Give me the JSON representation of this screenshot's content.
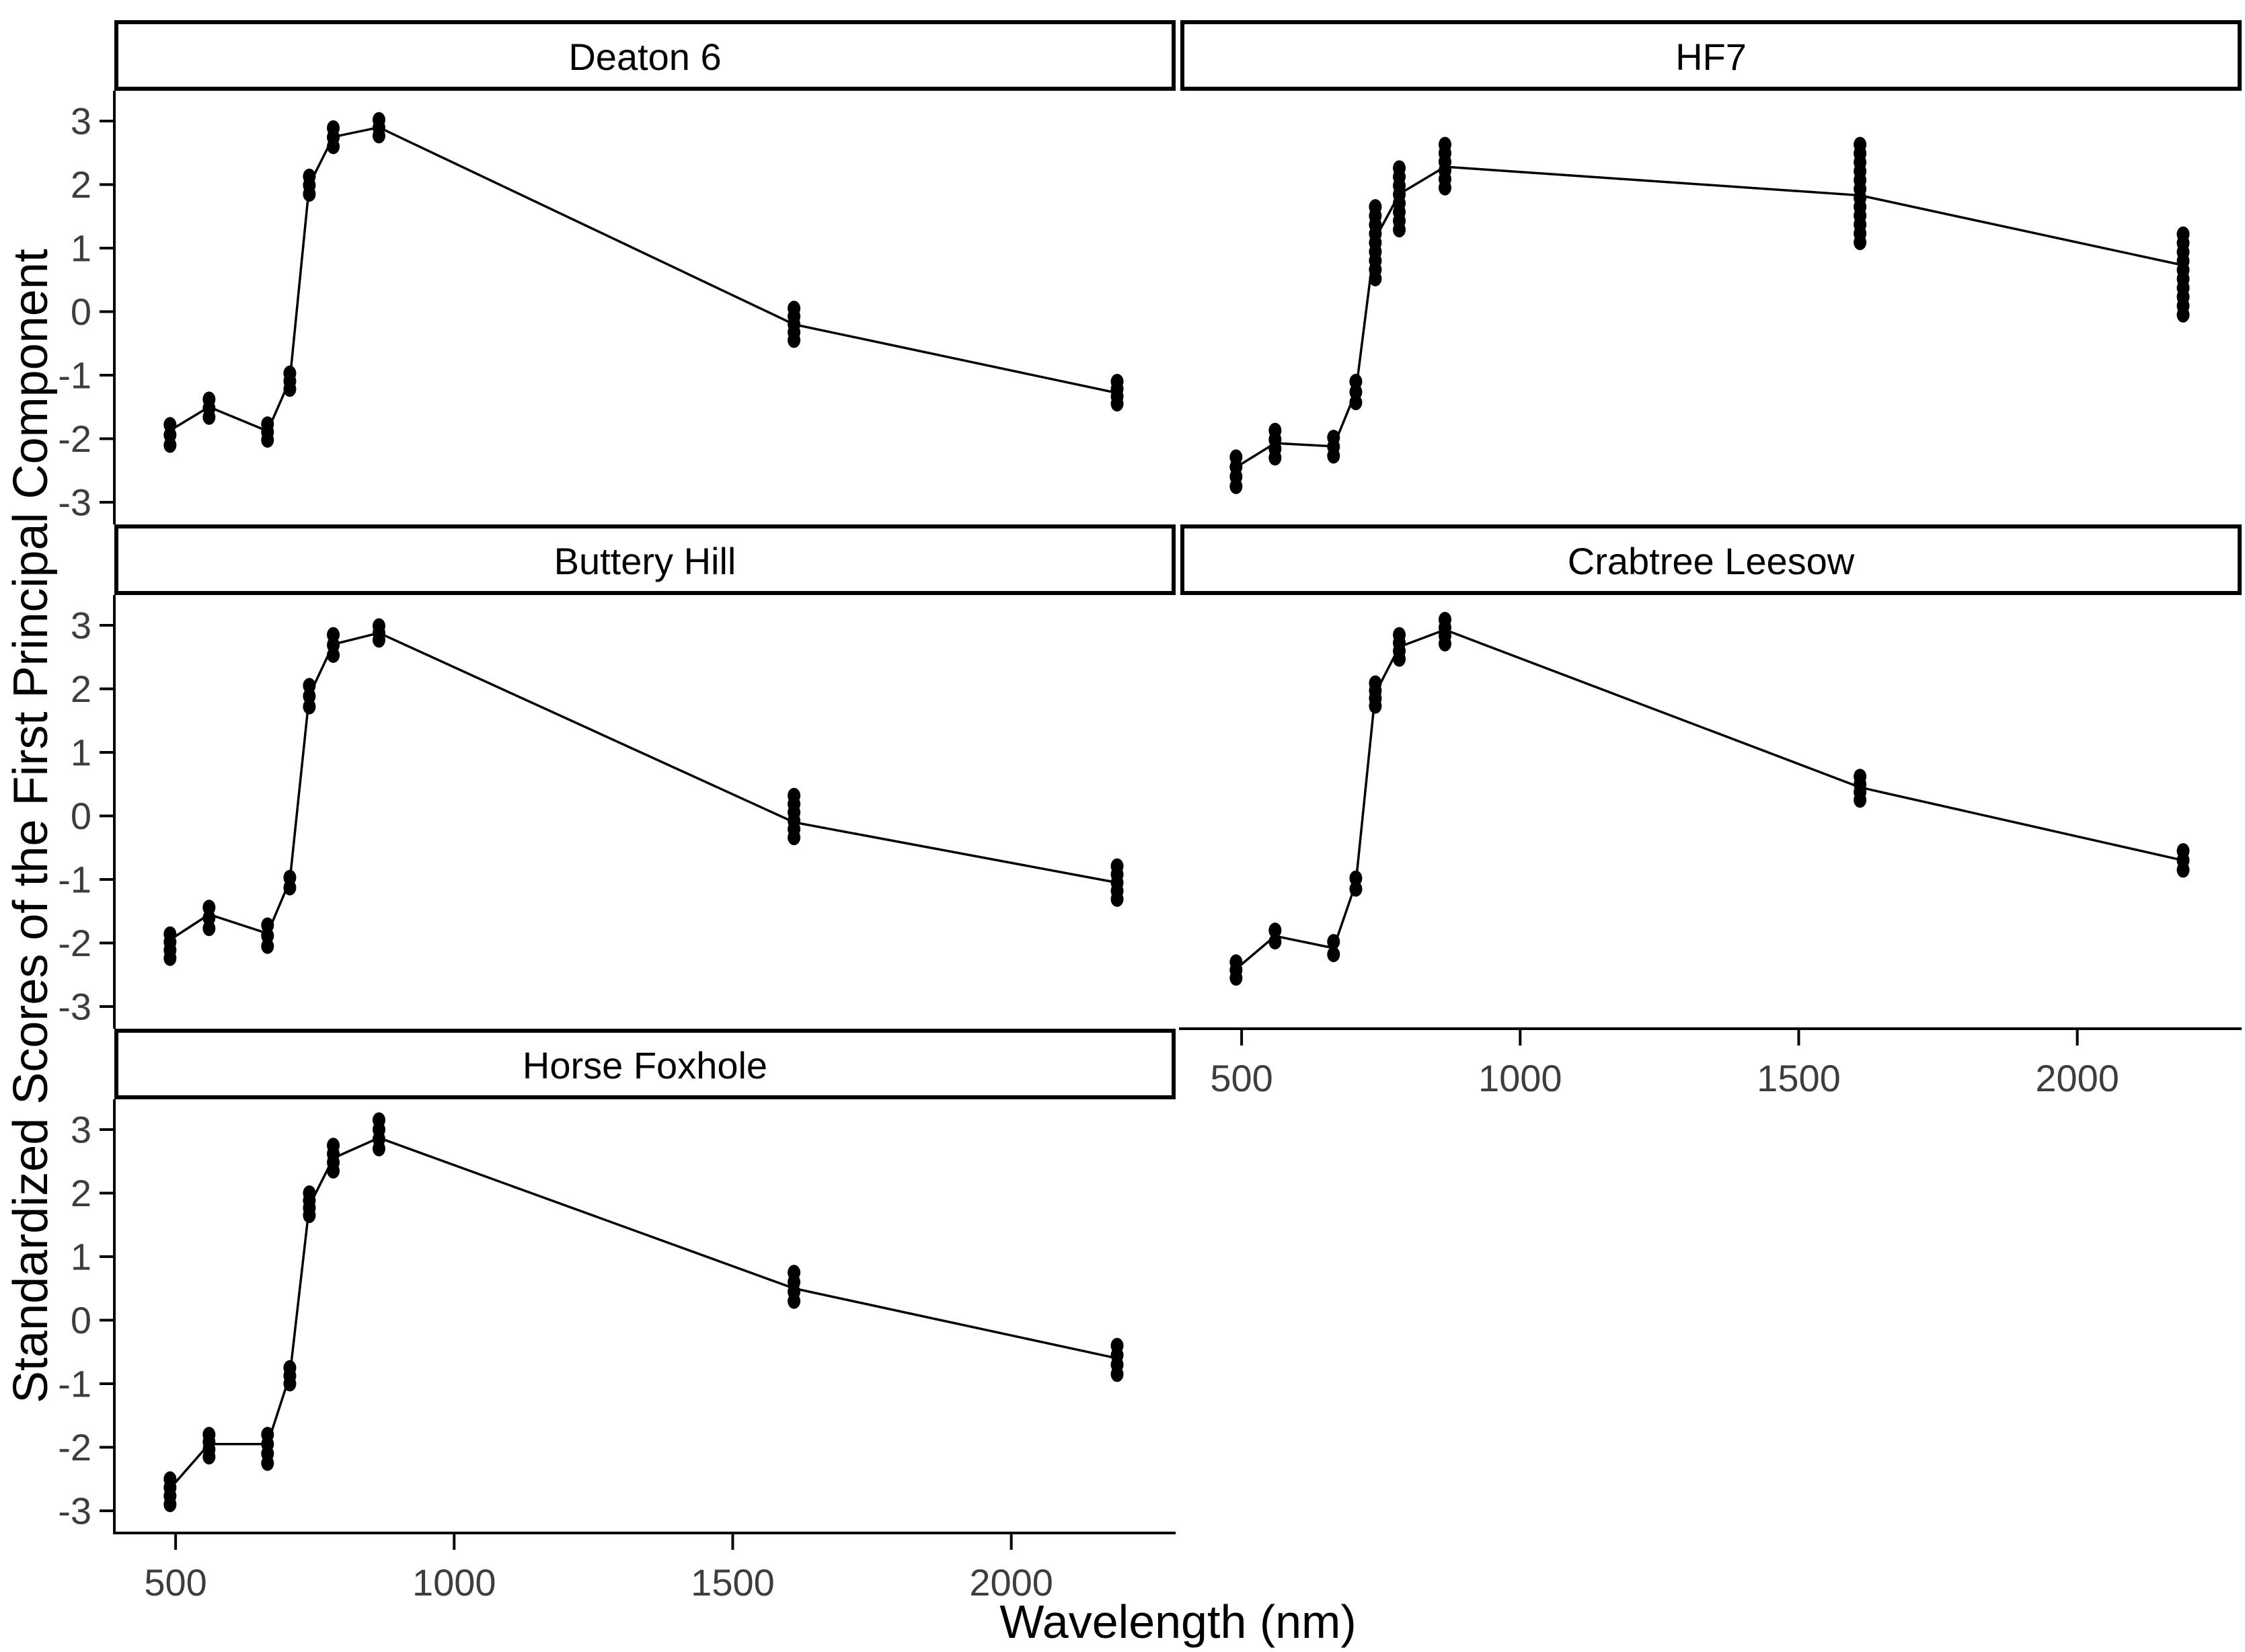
{
  "figure": {
    "kind": "faceted scatter-line figure",
    "background": "#ffffff"
  },
  "chart_data": {
    "type": "line",
    "title": "",
    "xlabel": "Wavelength (nm)",
    "ylabel": "Standardized Scores of the First Principal Component",
    "x_ticks": [
      500,
      1000,
      1500,
      2000
    ],
    "y_ticks": [
      3,
      2,
      1,
      0,
      -1,
      -2,
      -3
    ],
    "xlim": [
      390,
      2295
    ],
    "ylim": [
      -3.4,
      3.5
    ],
    "grid": "off",
    "legend": "none",
    "line_color": "#000000",
    "point_color": "#000000",
    "axis_color": "#000000",
    "tick_label_color": "#3d3d3d",
    "strip_fill": "#ffffff",
    "strip_border": "#000000",
    "wavelengths_nm": [
      490,
      560,
      665,
      705,
      740,
      783,
      865,
      1610,
      2190
    ],
    "facets": [
      {
        "title": "Deaton 6",
        "col": 0,
        "row": 0,
        "x_axis": false,
        "line": [
          -1.87,
          -1.5,
          -1.88,
          -1.08,
          2.0,
          2.75,
          2.9,
          -0.2,
          -1.28
        ],
        "cluster_low": [
          -2.1,
          -1.66,
          -2.02,
          -1.22,
          1.85,
          2.6,
          2.77,
          -0.45,
          -1.45
        ],
        "cluster_high": [
          -1.78,
          -1.38,
          -1.77,
          -0.97,
          2.13,
          2.89,
          3.02,
          0.05,
          -1.1
        ]
      },
      {
        "title": "HF7",
        "col": 1,
        "row": 0,
        "x_axis": false,
        "line": [
          -2.45,
          -2.07,
          -2.12,
          -1.26,
          1.15,
          1.85,
          2.28,
          1.83,
          0.73
        ],
        "cluster_low": [
          -2.75,
          -2.3,
          -2.27,
          -1.43,
          0.52,
          1.29,
          1.95,
          1.09,
          -0.05
        ],
        "cluster_high": [
          -2.29,
          -1.87,
          -1.98,
          -1.1,
          1.65,
          2.26,
          2.63,
          2.63,
          1.22
        ]
      },
      {
        "title": "Buttery Hill",
        "col": 0,
        "row": 1,
        "x_axis": false,
        "line": [
          -1.95,
          -1.55,
          -1.85,
          -1.02,
          1.9,
          2.7,
          2.88,
          -0.1,
          -1.05
        ],
        "cluster_low": [
          -2.24,
          -1.77,
          -2.05,
          -1.13,
          1.72,
          2.53,
          2.77,
          -0.34,
          -1.31
        ],
        "cluster_high": [
          -1.86,
          -1.44,
          -1.72,
          -0.97,
          2.05,
          2.85,
          2.99,
          0.32,
          -0.79
        ]
      },
      {
        "title": "Crabtree Leesow",
        "col": 1,
        "row": 1,
        "x_axis": true,
        "line": [
          -2.41,
          -1.89,
          -2.08,
          -1.06,
          1.93,
          2.66,
          2.93,
          0.45,
          -0.7
        ],
        "cluster_low": [
          -2.55,
          -1.98,
          -2.18,
          -1.15,
          1.73,
          2.47,
          2.71,
          0.25,
          -0.85
        ],
        "cluster_high": [
          -2.3,
          -1.8,
          -1.98,
          -0.98,
          2.09,
          2.85,
          3.09,
          0.62,
          -0.55
        ]
      },
      {
        "title": "Horse Foxhole",
        "col": 0,
        "row": 2,
        "x_axis": true,
        "line": [
          -2.65,
          -1.95,
          -1.95,
          -0.87,
          1.8,
          2.55,
          2.87,
          0.5,
          -0.6
        ],
        "cluster_low": [
          -2.9,
          -2.15,
          -2.25,
          -1.0,
          1.65,
          2.35,
          2.7,
          0.3,
          -0.85
        ],
        "cluster_high": [
          -2.5,
          -1.8,
          -1.8,
          -0.75,
          2.0,
          2.75,
          3.15,
          0.75,
          -0.4
        ]
      }
    ]
  }
}
